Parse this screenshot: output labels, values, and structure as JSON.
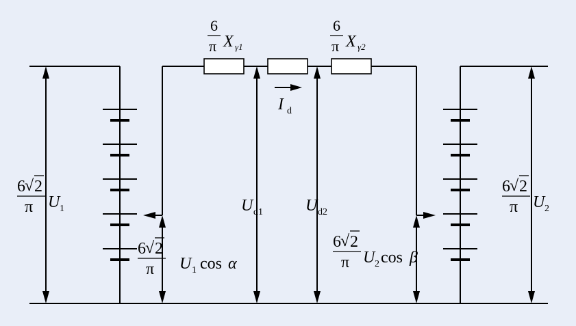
{
  "diagram": {
    "background": "#e9eef8",
    "resistor_left": {
      "num": "6",
      "den": "π",
      "sym": "X",
      "sub": "γ1"
    },
    "resistor_right": {
      "num": "6",
      "den": "π",
      "sym": "X",
      "sub": "γ2"
    },
    "current": {
      "sym": "I",
      "sub": "d"
    },
    "left_source": {
      "coef": "6",
      "root": "2",
      "den": "π",
      "sym": "U",
      "sub": "1"
    },
    "right_source": {
      "coef": "6",
      "root": "2",
      "den": "π",
      "sym": "U",
      "sub": "2"
    },
    "left_voltage": {
      "coef": "6",
      "root": "2",
      "den": "π",
      "sym": "U",
      "sub": "1",
      "func": "cos",
      "angle": "α"
    },
    "right_voltage": {
      "coef": "6",
      "root": "2",
      "den": "π",
      "sym": "U",
      "sub": "2",
      "func": "cos",
      "angle": "β"
    },
    "ud1": {
      "sym": "U",
      "sub": "d1"
    },
    "ud2": {
      "sym": "U",
      "sub": "d2"
    }
  }
}
